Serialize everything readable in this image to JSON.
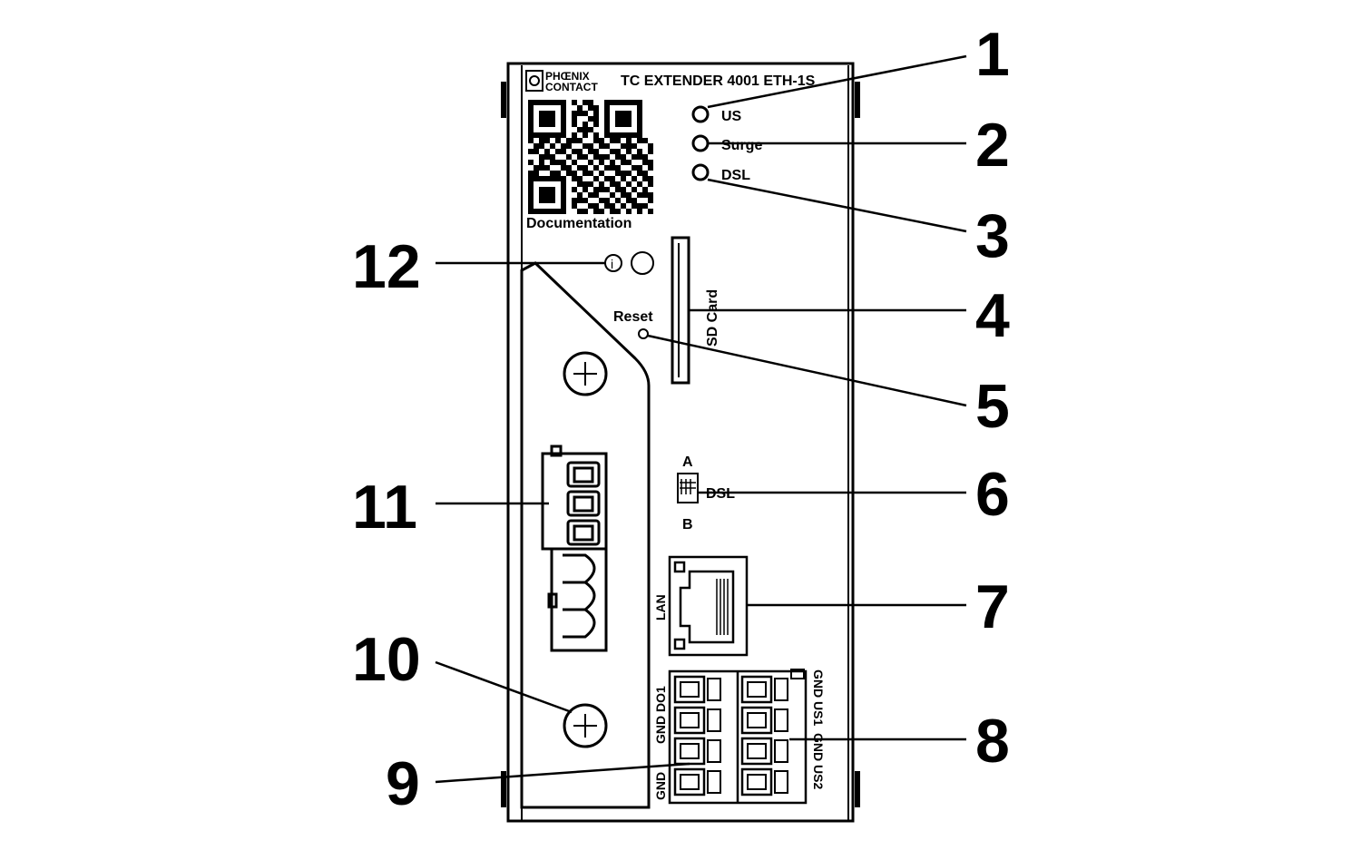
{
  "device": {
    "brand_line1": "PHŒNIX",
    "brand_line2": "CONTACT",
    "model": "TC EXTENDER 4001 ETH-1S",
    "doc_label": "Documentation",
    "led_labels": [
      "US",
      "Surge",
      "DSL"
    ],
    "reset_label": "Reset",
    "sd_label": "SD Card",
    "switch_top": "A",
    "switch_side": "DSL",
    "switch_bottom": "B",
    "lan_label": "LAN",
    "left_terminal_top": "GND DO1",
    "left_terminal_bottom": "GND",
    "right_terminal_top": "GND US1",
    "right_terminal_bottom": "GND US2",
    "info_symbol": "i"
  },
  "callouts": [
    "1",
    "2",
    "3",
    "4",
    "5",
    "6",
    "7",
    "8",
    "9",
    "10",
    "11",
    "12"
  ],
  "colors": {
    "ink": "#000000",
    "paper": "#ffffff"
  }
}
